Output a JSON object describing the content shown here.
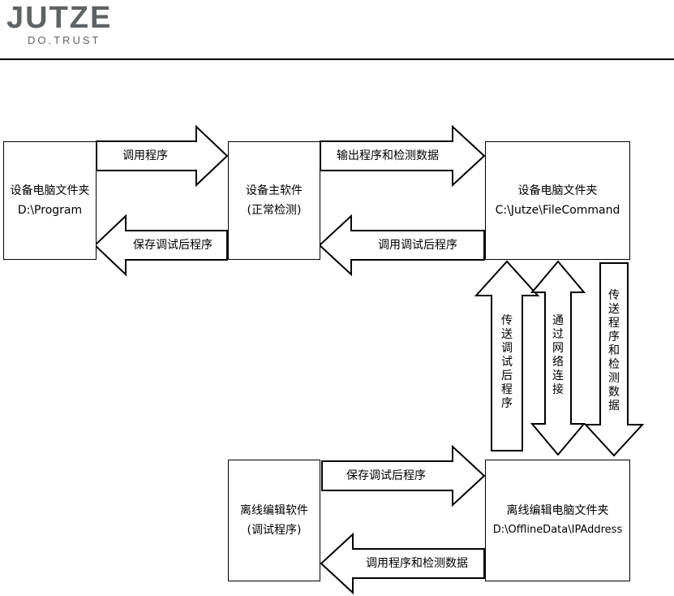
{
  "logo": {
    "brand": "JUTZE",
    "tagline": "DO.TRUST"
  },
  "boxes": {
    "device_folder": {
      "line1": "设备电脑文件夹",
      "line2": "D:\\Program"
    },
    "main_software": {
      "line1": "设备主软件",
      "line2": "(正常检测)"
    },
    "command_folder": {
      "line1": "设备电脑文件夹",
      "line2": "C:\\Jutze\\FileCommand"
    },
    "offline_software": {
      "line1": "离线编辑软件",
      "line2": "(调试程序)"
    },
    "offline_folder": {
      "line1": "离线编辑电脑文件夹",
      "line2": "D:\\OfflineData\\IPAddress"
    }
  },
  "arrows": {
    "call_program": "调用程序",
    "save_debugged": "保存调试后程序",
    "output_program_data": "输出程序和检测数据",
    "call_debugged": "调用调试后程序",
    "transfer_debugged": "传送调试后程序",
    "network_connect": "通过网络连接",
    "transfer_program_data": "传送程序和检测数据",
    "offline_save_debugged": "保存调试后程序",
    "offline_call_program_data": "调用程序和检测数据"
  }
}
